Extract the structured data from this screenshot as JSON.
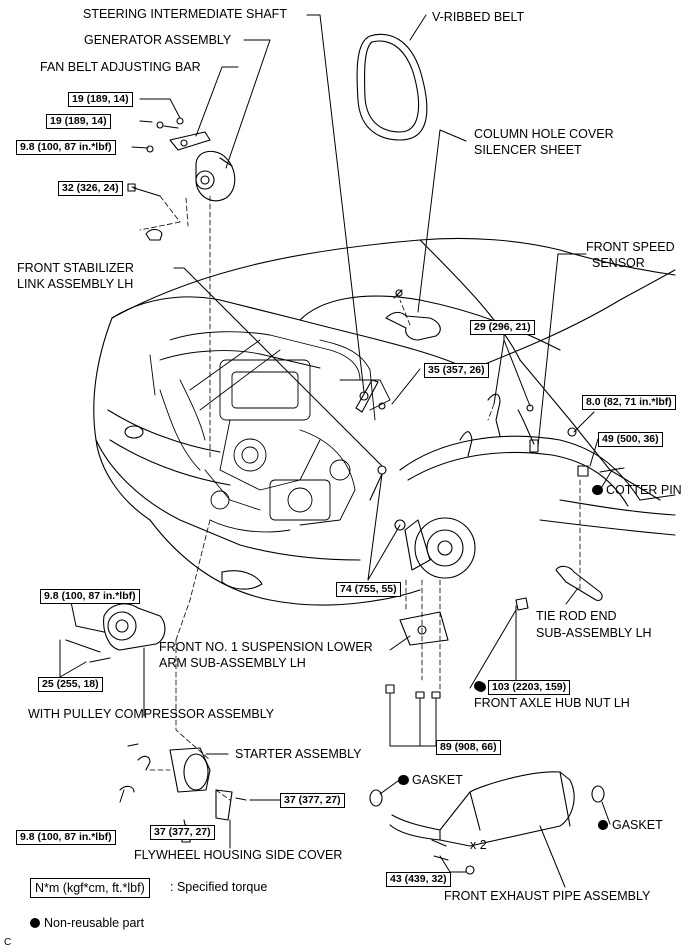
{
  "labels": {
    "steering_shaft": "STEERING INTERMEDIATE SHAFT",
    "v_belt": "V-RIBBED BELT",
    "generator": "GENERATOR ASSEMBLY",
    "fan_belt_bar": "FAN BELT ADJUSTING BAR",
    "column_cover_1": "COLUMN HOLE COVER",
    "column_cover_2": "SILENCER SHEET",
    "speed_sensor_1": "FRONT SPEED",
    "speed_sensor_2": "SENSOR",
    "stabilizer_1": "FRONT STABILIZER",
    "stabilizer_2": "LINK ASSEMBLY LH",
    "cotter_pin": "COTTER PIN",
    "tie_rod_1": "TIE ROD END",
    "tie_rod_2": "SUB-ASSEMBLY LH",
    "lower_arm_1": "FRONT NO. 1 SUSPENSION LOWER",
    "lower_arm_2": "ARM SUB-ASSEMBLY LH",
    "compressor": "WITH PULLEY COMPRESSOR ASSEMBLY",
    "hub_nut": "FRONT AXLE HUB NUT LH",
    "starter": "STARTER ASSEMBLY",
    "gasket_1": "GASKET",
    "gasket_2": "GASKET",
    "flywheel_cover": "FLYWHEEL HOUSING SIDE COVER",
    "x2": "x 2",
    "exhaust": "FRONT EXHAUST PIPE ASSEMBLY",
    "legend_torque_box": "N*m (kgf*cm, ft.*lbf)",
    "legend_torque_text": ": Specified torque",
    "legend_nonreusable": "Non-reusable part",
    "corner_mark": "C"
  },
  "torques": {
    "t1": "19 (189, 14)",
    "t2": "19 (189, 14)",
    "t3": "9.8 (100, 87 in.*lbf)",
    "t4": "32 (326, 24)",
    "t5": "29 (296, 21)",
    "t6": "35 (357, 26)",
    "t7": "8.0 (82, 71 in.*lbf)",
    "t8": "49 (500, 36)",
    "t9": "74 (755, 55)",
    "t10": "9.8 (100, 87 in.*lbf)",
    "t11": "25 (255, 18)",
    "t12": "103 (2203, 159)",
    "t13": "89 (908, 66)",
    "t14": "37 (377, 27)",
    "t15": "37 (377, 27)",
    "t16": "9.8 (100, 87 in.*lbf)",
    "t17": "43 (439, 32)"
  }
}
